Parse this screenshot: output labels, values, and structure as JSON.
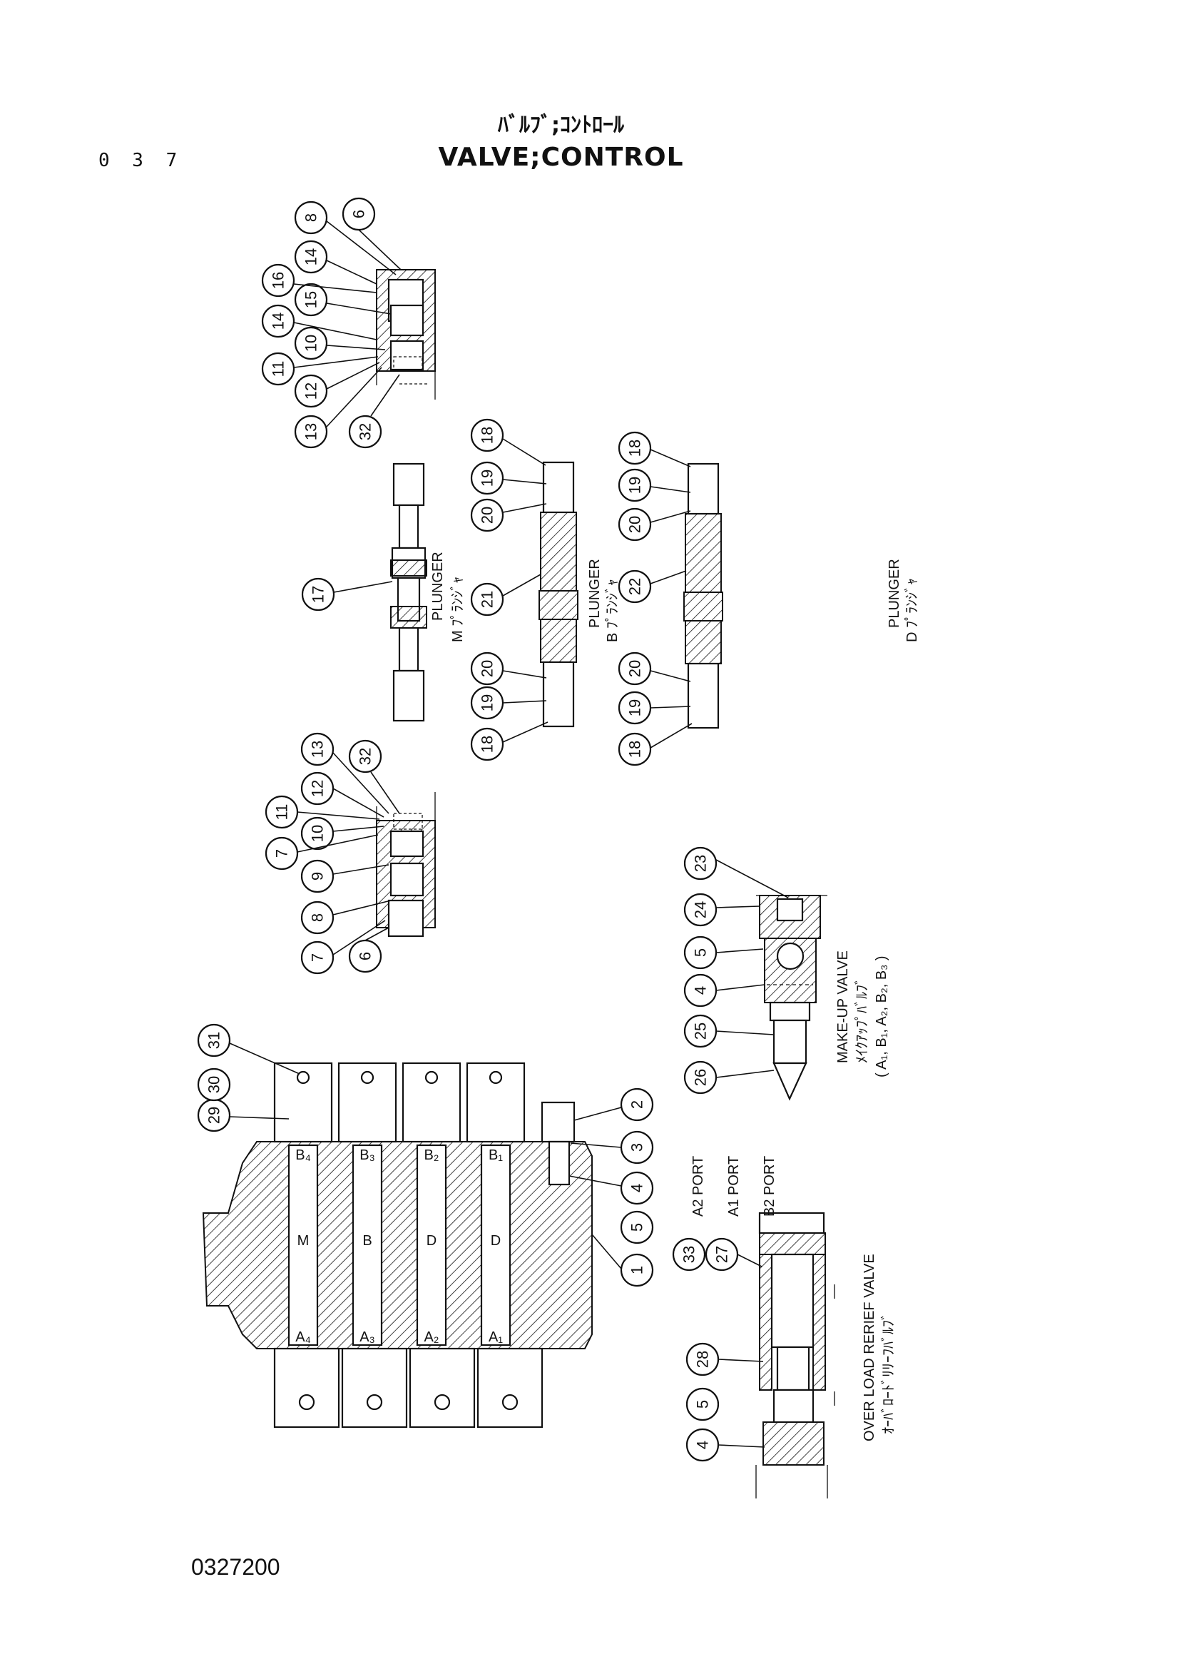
{
  "page": {
    "page_number": "0 3 7",
    "title_jp": "ﾊﾞﾙﾌﾞ;ｺﾝﾄﾛｰﾙ",
    "title_en": "VALVE;CONTROL",
    "drawing_number": "0327200"
  },
  "labels": {
    "plunger_m_en": "PLUNGER",
    "plunger_m_jp": "M ﾌﾟﾗﾝｼﾞｬ",
    "plunger_b_en": "PLUNGER",
    "plunger_b_jp": "B ﾌﾟﾗﾝｼﾞｬ",
    "plunger_d_en": "PLUNGER",
    "plunger_d_jp": "D ﾌﾟﾗﾝｼﾞｬ",
    "makeup_en": "MAKE-UP VALVE",
    "makeup_jp": "ﾒｲｸｱｯﾌﾟﾊﾞﾙﾌﾞ",
    "makeup_ports": "( A₁, B₁, A₂, B₂, B₃ )",
    "overload_en": "OVER LOAD RERIEF VALVE",
    "overload_jp": "ｵｰﾊﾞﾛｰﾄﾞﾘﾘｰﾌﾊﾞﾙﾌﾞ",
    "port_a2": "A2 PORT",
    "port_a1": "A1 PORT",
    "port_b2": "B2 PORT",
    "spool_m": "M",
    "spool_b": "B",
    "spool_d1": "D",
    "spool_d2": "D",
    "port_b4": "B₄",
    "port_b3": "B₃",
    "port_b2s": "B₂",
    "port_b1": "B₁",
    "port_a4": "A₄",
    "port_a3": "A₃",
    "port_a2s": "A₂",
    "port_a1s": "A₁"
  },
  "callouts": {
    "c8a": "8",
    "c6a": "6",
    "c16": "16",
    "c14a": "14",
    "c15": "15",
    "c14b": "14",
    "c10a": "10",
    "c11a": "11",
    "c12a": "12",
    "c13a": "13",
    "c32a": "32",
    "c17": "17",
    "c18a": "18",
    "c19a": "19",
    "c20a": "20",
    "c21": "21",
    "c20b": "20",
    "c19b": "19",
    "c18b": "18",
    "c18c": "18",
    "c19c": "19",
    "c20c": "20",
    "c22": "22",
    "c20d": "20",
    "c19d": "19",
    "c18d": "18",
    "c11b": "11",
    "c13b": "13",
    "c12b": "12",
    "c32b": "32",
    "c10b": "10",
    "c7a": "7",
    "c9": "9",
    "c8b": "8",
    "c7b": "7",
    "c6b": "6",
    "c23": "23",
    "c24": "24",
    "c5a": "5",
    "c4a": "4",
    "c25": "25",
    "c26": "26",
    "c31": "31",
    "c29": "29",
    "c30": "30",
    "c2": "2",
    "c3": "3",
    "c4b": "4",
    "c5b": "5",
    "c1": "1",
    "c33": "33",
    "c27": "27",
    "c28": "28",
    "c5c": "5",
    "c4c": "4"
  }
}
